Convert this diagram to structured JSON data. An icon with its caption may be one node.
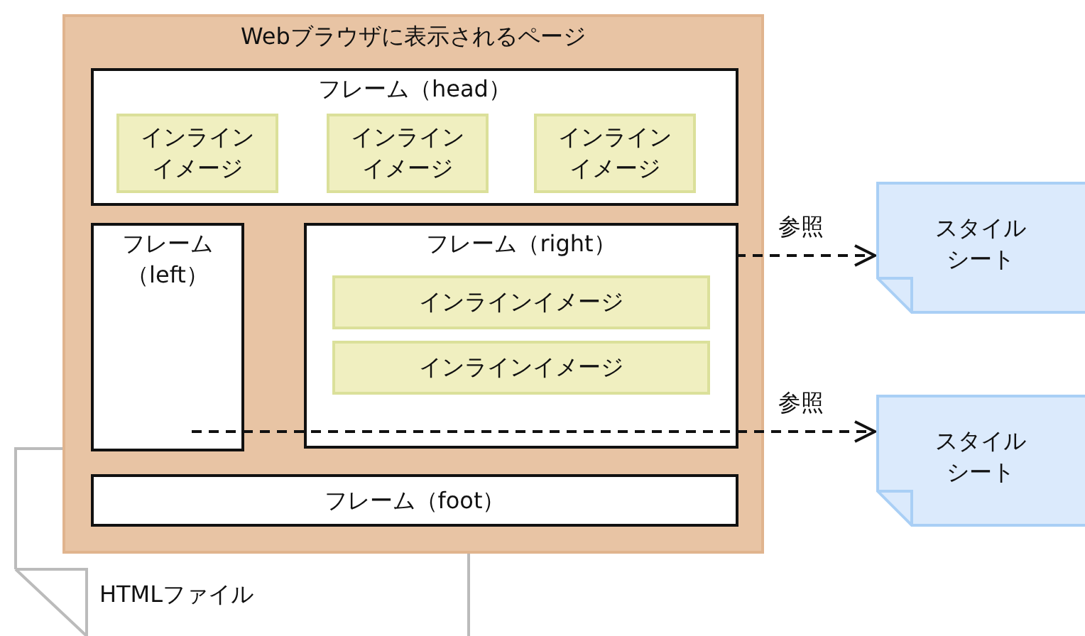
{
  "diagram": {
    "nodes": [
      {
        "text": [
          "HTMLファイル"
        ]
      },
      {
        "text": [
          "Webブラウザに表示されるページ"
        ]
      },
      {
        "text": [
          "フレーム（head）"
        ],
        "in": 1
      },
      {
        "text": [
          "インラインイメージ"
        ],
        "in": 2
      },
      {
        "text": [
          "インラインイメージ"
        ],
        "in": 2
      },
      {
        "text": [
          "インラインイメージ"
        ],
        "in": 2
      },
      {
        "text": [
          "フレーム（left）"
        ],
        "in": 1
      },
      {
        "text": [
          "フレーム（right）"
        ],
        "in": 1
      },
      {
        "text": [
          "インラインイメージ"
        ],
        "in": 7
      },
      {
        "text": [
          "インラインイメージ"
        ],
        "in": 7
      },
      {
        "text": [
          "フレーム（foot）"
        ],
        "in": 1
      },
      {
        "text": [
          "スタイルシート"
        ]
      },
      {
        "text": [
          "スタイルシート"
        ]
      }
    ],
    "edges": [
      {
        "from": 7,
        "to": 11,
        "arrow": "to",
        "label": "参照",
        "style": "dashed"
      },
      {
        "from": 6,
        "to": 12,
        "arrow": "to",
        "label": "参照",
        "style": "dashed"
      }
    ]
  }
}
